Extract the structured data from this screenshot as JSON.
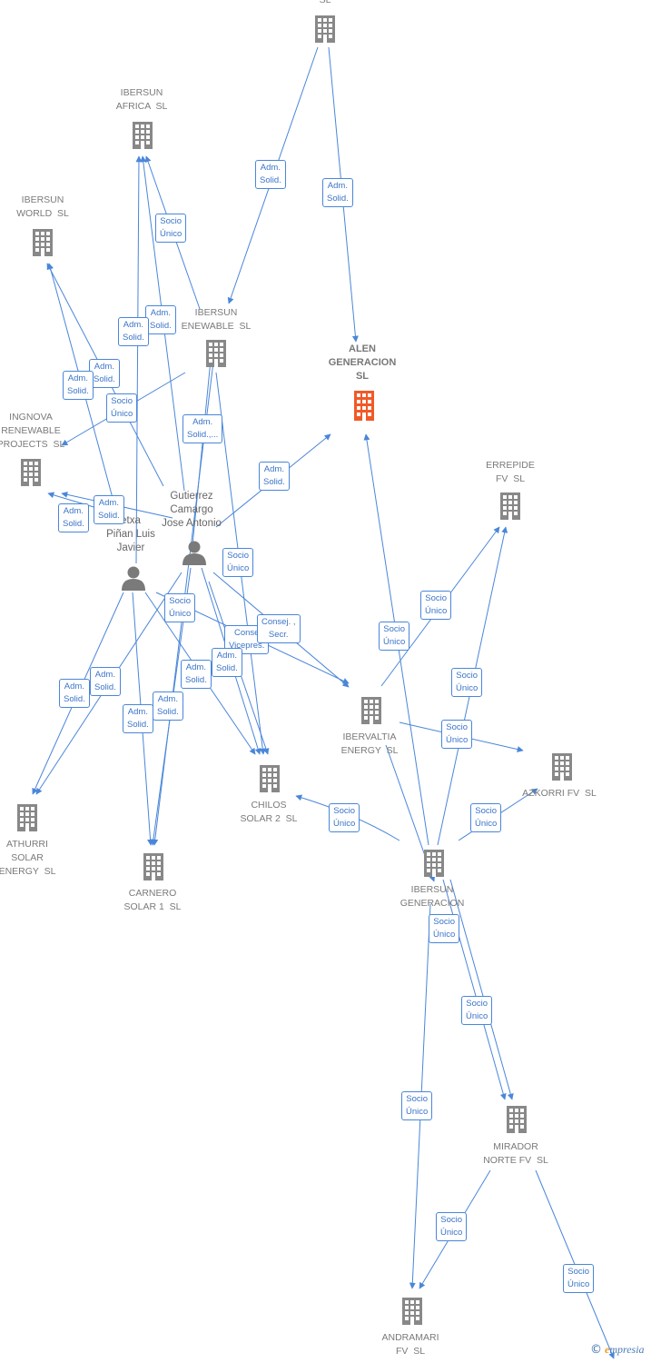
{
  "colors": {
    "edge": "#4a86d9",
    "company": "#888888",
    "focus_company": "#f05a28",
    "person": "#7a7a7a"
  },
  "nodes": {
    "top": {
      "label": "SL"
    },
    "ibersun_africa": {
      "label": "IBERSUN\nAFRICA  SL"
    },
    "ibersun_world": {
      "label": "IBERSUN\nWORLD  SL"
    },
    "ibersun_renewable": {
      "label": "IBERSUN\nENEWABLE  SL"
    },
    "alen_generacion": {
      "label": "ALEN\nGENERACION\nSL"
    },
    "ingnova": {
      "label": "INGNOVA\nRENEWABLE\nPROJECTS  SL"
    },
    "errepide": {
      "label": "ERREPIDE\nFV  SL"
    },
    "ibervaltia": {
      "label": "IBERVALTIA\nENERGY  SL"
    },
    "azkorri": {
      "label": "AZKORRI FV  SL"
    },
    "chilos": {
      "label": "CHILOS\nSOLAR 2  SL"
    },
    "athurri": {
      "label": "ATHURRI\nSOLAR\nENERGY  SL"
    },
    "carnero": {
      "label": "CARNERO\nSOLAR 1  SL"
    },
    "ibersun_generacion": {
      "label": "IBERSUN\nGENERACION"
    },
    "mirador": {
      "label": "MIRADOR\nNORTE FV  SL"
    },
    "andramari": {
      "label": "ANDRAMARI\nFV  SL"
    },
    "gutierrez": {
      "label": "Gutierrez\nCamargo\nJose Antonio"
    },
    "pinan": {
      "label": "etxa\nPiñan Luis\nJavier"
    }
  },
  "edge_labels": {
    "l1": "Adm.\nSolid.",
    "l2": "Adm.\nSolid.",
    "l3": "Socio\nÚnico",
    "l4": "Adm.\nSolid.",
    "l5": "Adm.\nSolid.",
    "l6": "Adm.\nSolid.",
    "l7": "Adm.\nSolid.",
    "l8": "Socio\nÚnico",
    "l9": "Adm.\nSolid.,...",
    "l10": "Adm.\nSolid.",
    "l11": "Adm.\nSolid.",
    "l12": "Adm.\nSolid.",
    "l13": "Socio\nÚnico",
    "l14": "Socio\nÚnico",
    "l15": "Conse\nVicepres.",
    "l16": "Consej. ,\nSecr.",
    "l17": "Adm.\nSolid.",
    "l18": "Adm.\nSolid.",
    "l19": "Adm.\nSolid.",
    "l20": "Adm.\nSolid.",
    "l21": "Adm.\nSolid.",
    "l22": "Adm.\nSolid.",
    "l23": "Socio\nÚnico",
    "l24": "Socio\nÚnico",
    "l25": "Socio\nÚnico",
    "l26": "Socio\nÚnico",
    "l27": "Socio\nÚnico",
    "l28": "Socio\nÚnico",
    "l29": "Socio\nÚnico",
    "l30": "Socio\nÚnico",
    "l31": "Socio\nÚnico",
    "l32": "Socio\nÚnico",
    "l33": "Socio\nÚnico"
  },
  "brand": {
    "copyright": "©",
    "e": "e",
    "name": "mpresia"
  }
}
